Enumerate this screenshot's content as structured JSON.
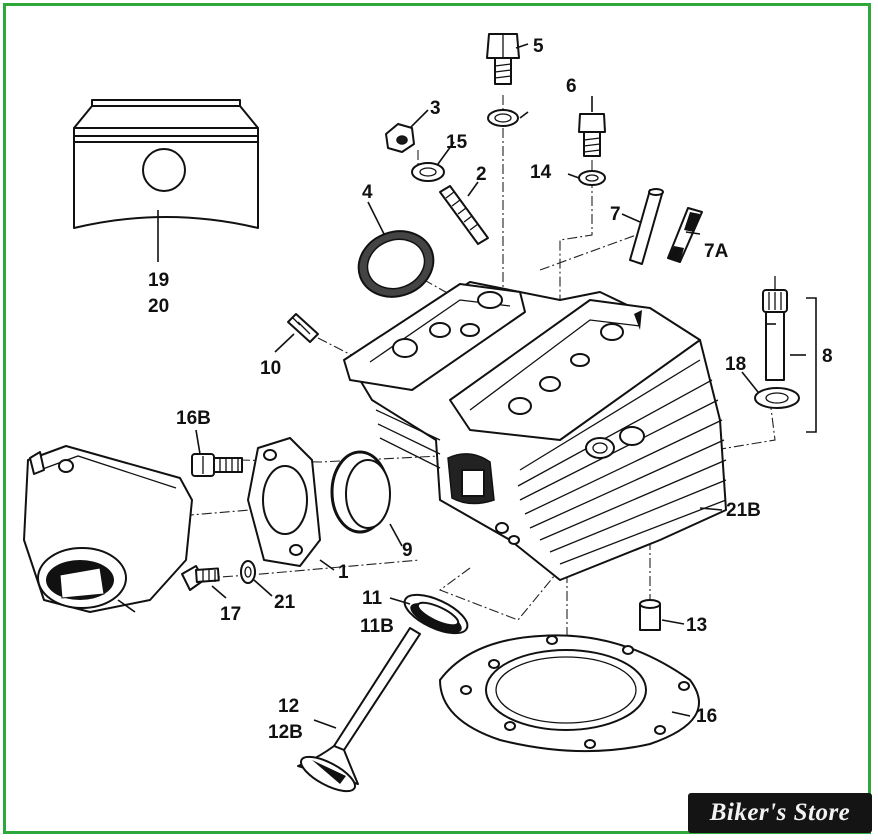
{
  "labels": {
    "p1": "1",
    "p2": "2",
    "p3": "3",
    "p4": "4",
    "p5": "5",
    "p6": "6",
    "p7": "7",
    "p7a": "7A",
    "p8": "8",
    "p9": "9",
    "p10": "10",
    "p11": "11",
    "p11b": "11B",
    "p12": "12",
    "p12b": "12B",
    "p13": "13",
    "p14": "14",
    "p15": "15",
    "p16": "16",
    "p16b": "16B",
    "p17": "17",
    "p18": "18",
    "p19": "19",
    "p20": "20",
    "p21": "21",
    "p21b": "21B"
  },
  "watermark": {
    "text": "Biker's Store"
  },
  "colors": {
    "frame": "#2ea83a",
    "ink": "#111111",
    "watermark_bg": "#141414"
  }
}
